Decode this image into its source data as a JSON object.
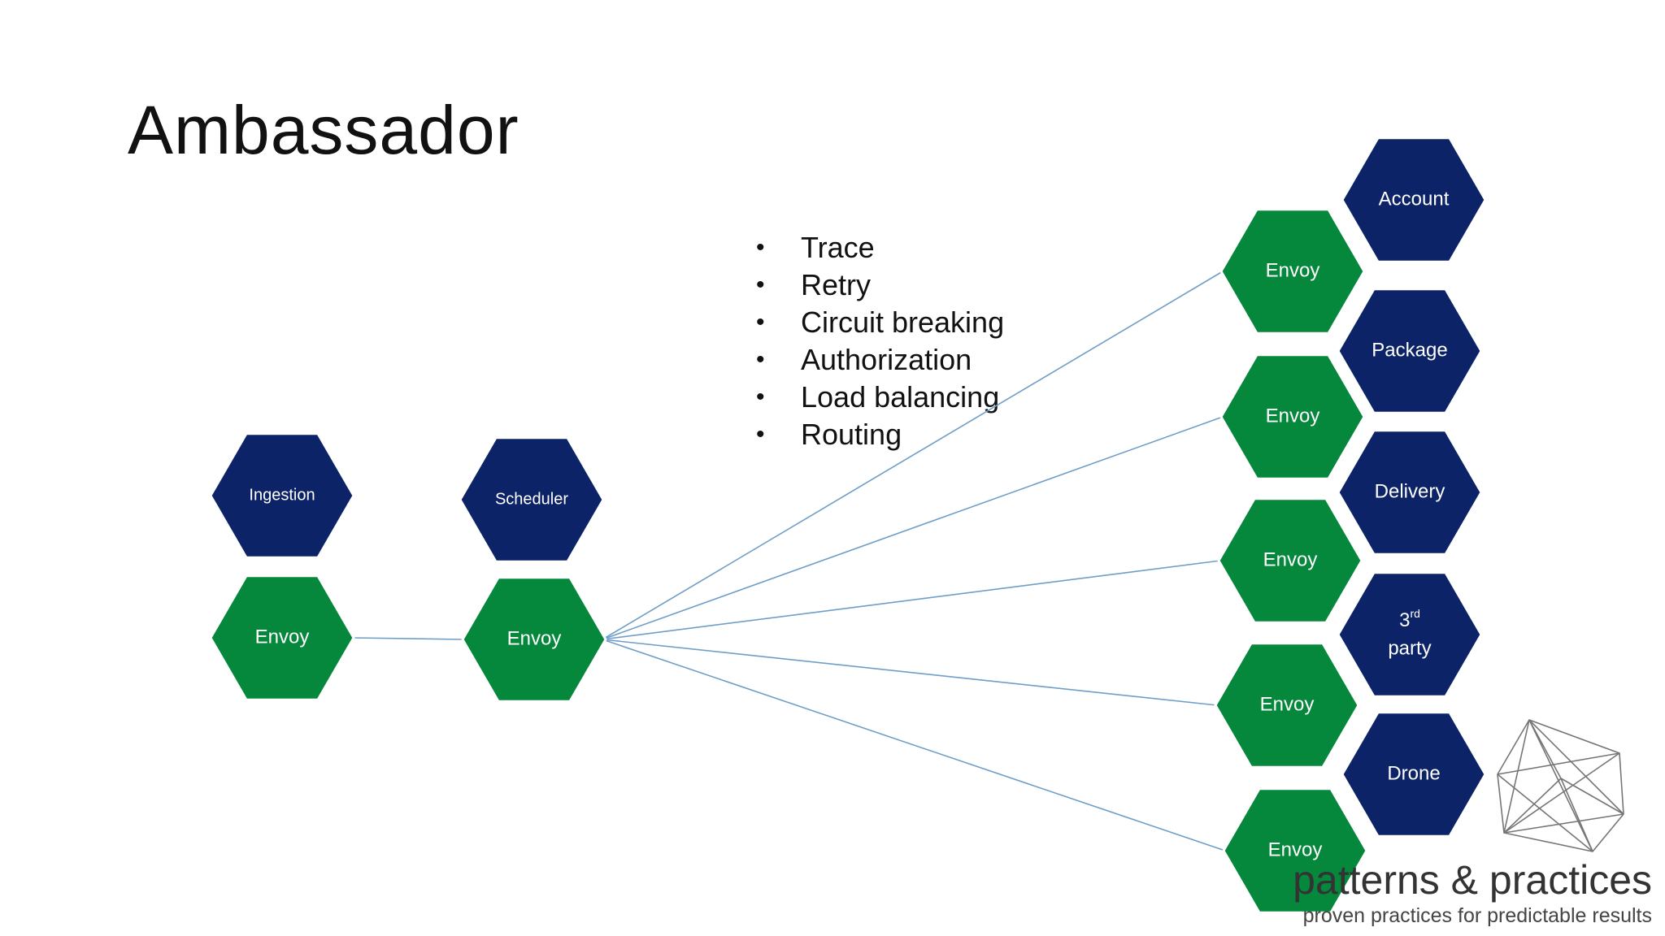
{
  "slide": {
    "title": "Ambassador",
    "bullets": [
      "Trace",
      "Retry",
      "Circuit breaking",
      "Authorization",
      "Load balancing",
      "Routing"
    ]
  },
  "nodes": [
    {
      "id": "ingestion",
      "label": "Ingestion",
      "kind": "service"
    },
    {
      "id": "ingestion-envoy",
      "label": "Envoy",
      "kind": "proxy"
    },
    {
      "id": "scheduler",
      "label": "Scheduler",
      "kind": "service"
    },
    {
      "id": "scheduler-envoy",
      "label": "Envoy",
      "kind": "proxy"
    },
    {
      "id": "envoy-1",
      "label": "Envoy",
      "kind": "proxy"
    },
    {
      "id": "envoy-2",
      "label": "Envoy",
      "kind": "proxy"
    },
    {
      "id": "envoy-3",
      "label": "Envoy",
      "kind": "proxy"
    },
    {
      "id": "envoy-4",
      "label": "Envoy",
      "kind": "proxy"
    },
    {
      "id": "envoy-5",
      "label": "Envoy",
      "kind": "proxy"
    },
    {
      "id": "account",
      "label": "Account",
      "kind": "service"
    },
    {
      "id": "package",
      "label": "Package",
      "kind": "service"
    },
    {
      "id": "delivery",
      "label": "Delivery",
      "kind": "service"
    },
    {
      "id": "third-party",
      "label": "3",
      "label_sup": "rd",
      "label_line2": "party",
      "kind": "service"
    },
    {
      "id": "drone",
      "label": "Drone",
      "kind": "service"
    }
  ],
  "edges": [
    {
      "from": "ingestion-envoy",
      "to": "scheduler-envoy"
    },
    {
      "from": "scheduler-envoy",
      "to": "envoy-1"
    },
    {
      "from": "scheduler-envoy",
      "to": "envoy-2"
    },
    {
      "from": "scheduler-envoy",
      "to": "envoy-3"
    },
    {
      "from": "scheduler-envoy",
      "to": "envoy-4"
    },
    {
      "from": "scheduler-envoy",
      "to": "envoy-5"
    }
  ],
  "colors": {
    "service": "#0c2467",
    "proxy": "#05873c",
    "edge": "#6f9ec8",
    "hex_stroke": "#ffffff"
  },
  "logo": {
    "name": "patterns & practices",
    "tagline": "proven practices for predictable results"
  }
}
